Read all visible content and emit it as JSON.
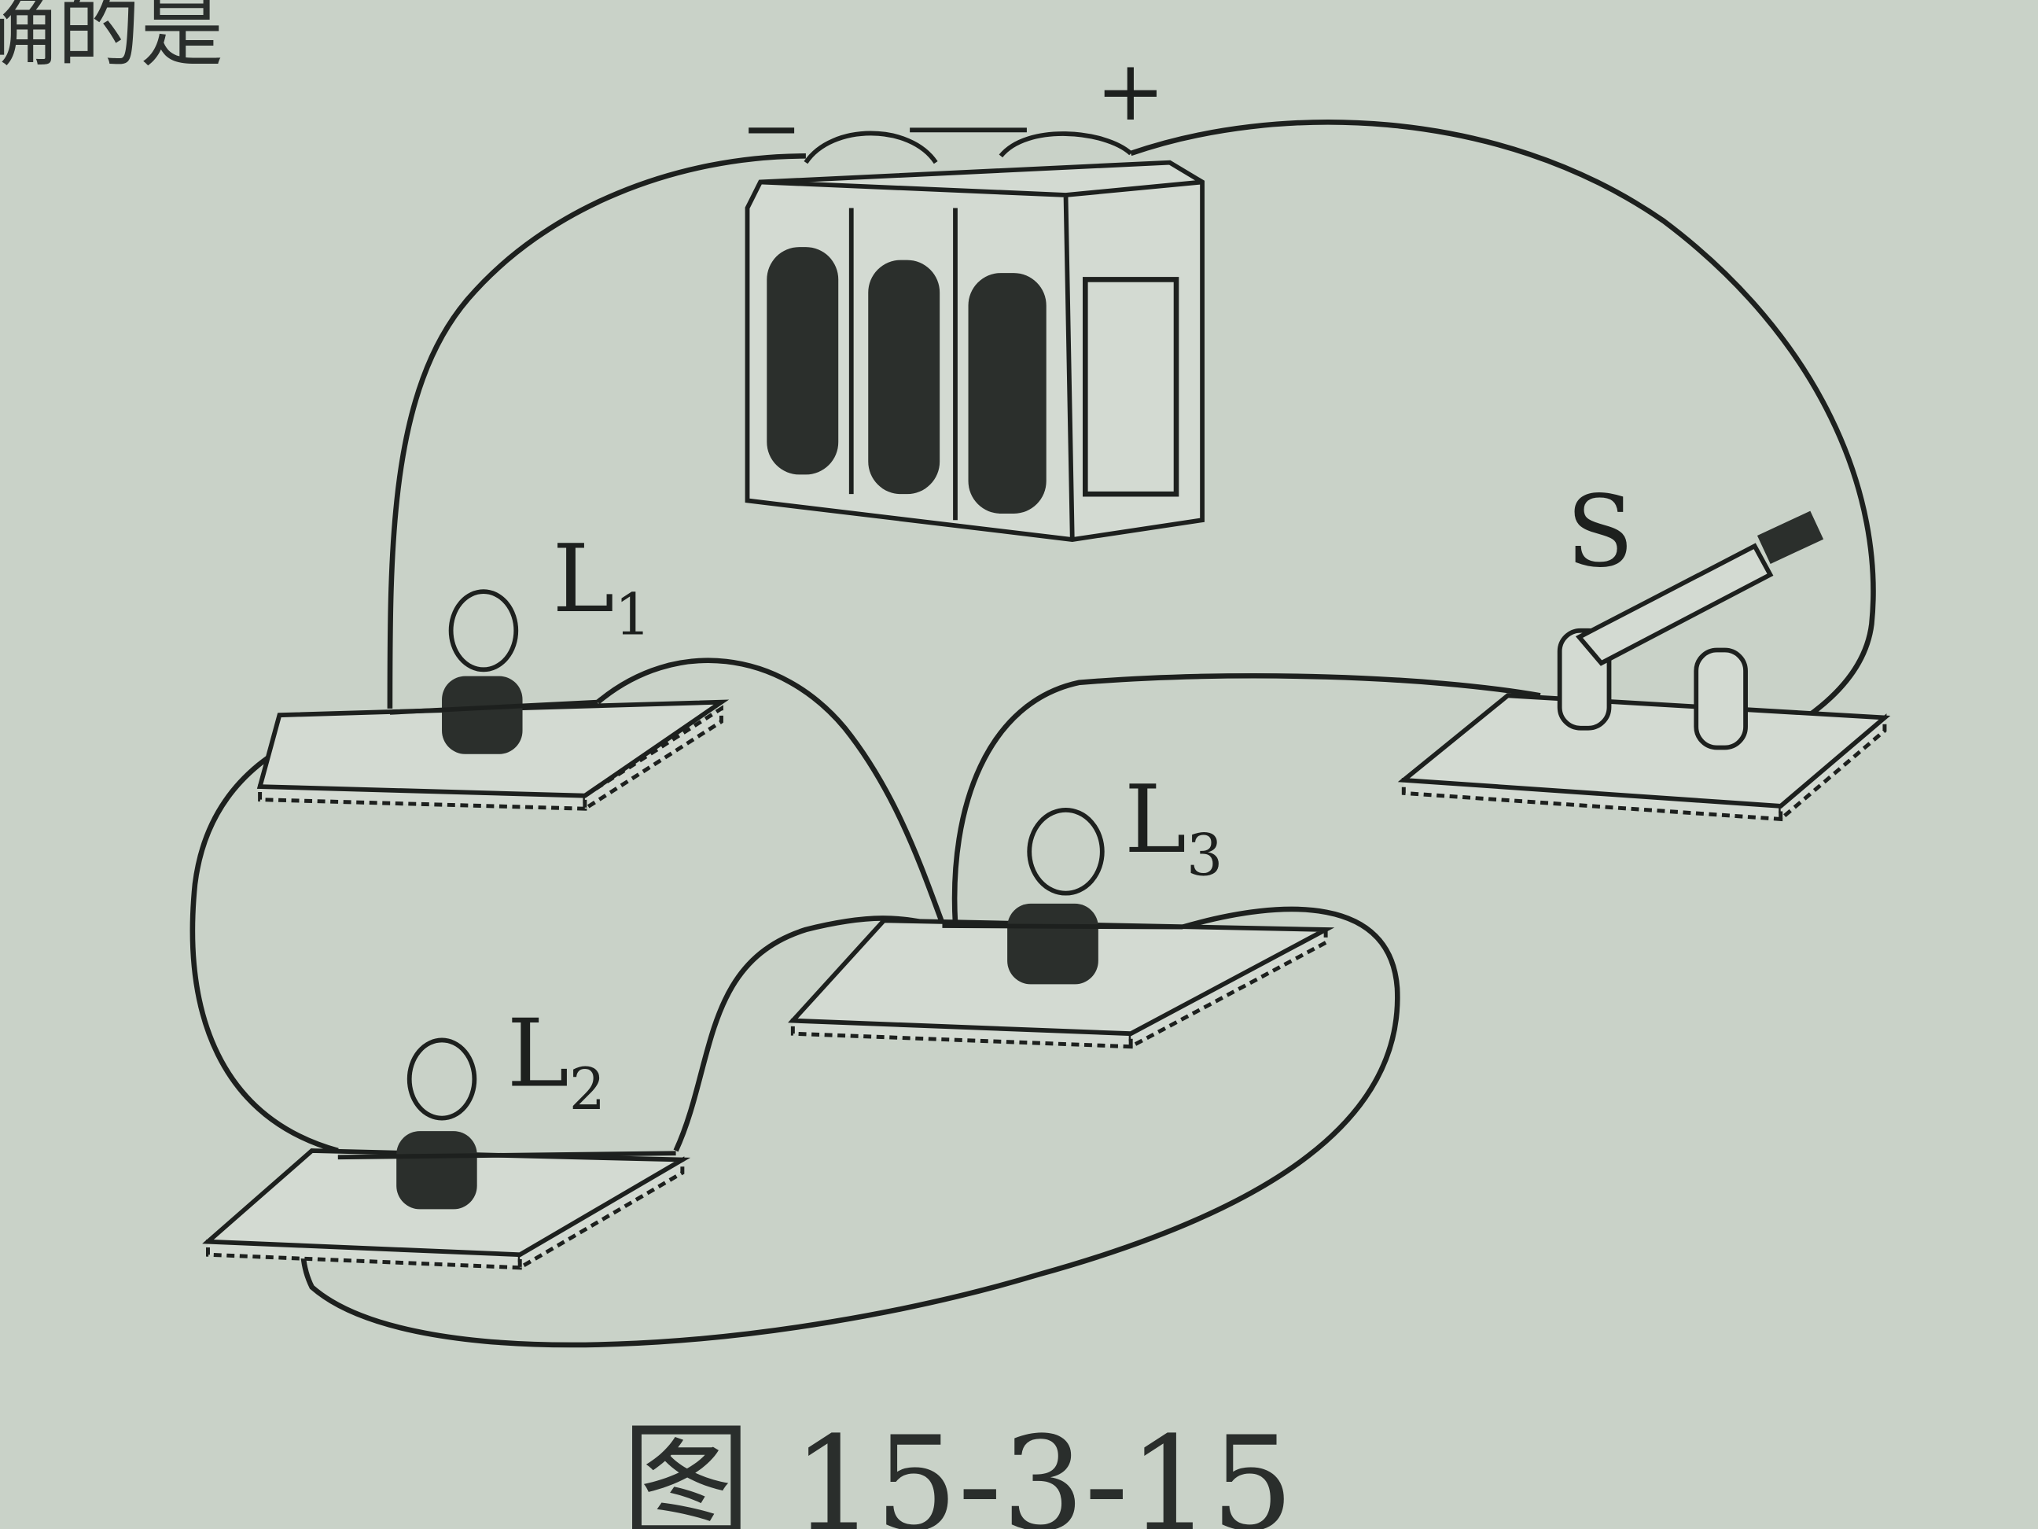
{
  "header_text": "确的是",
  "battery": {
    "negative_label": "−",
    "positive_label": "+"
  },
  "lamps": [
    {
      "label": "L",
      "sub": "1"
    },
    {
      "label": "L",
      "sub": "2"
    },
    {
      "label": "L",
      "sub": "3"
    }
  ],
  "switch": {
    "label": "S"
  },
  "caption": "图 15-3-15",
  "colors": {
    "paper": "#c9d2c8",
    "ink": "#1d201e"
  }
}
